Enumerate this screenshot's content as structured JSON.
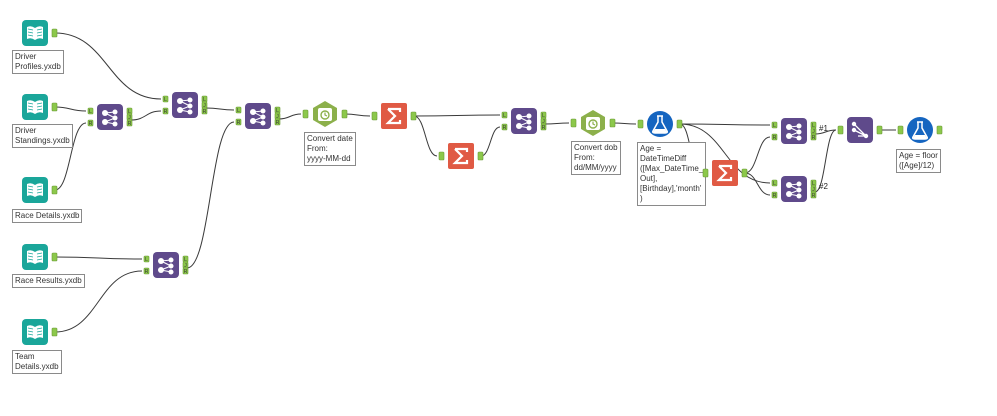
{
  "colors": {
    "input_tool": "#1aa69a",
    "join_tool": "#5f4a8b",
    "formula_tool": "#8cb04b",
    "summarize_tool": "#e05a44",
    "formula_lab_tool": "#1565c0",
    "sort_tool": "#5f4a8b",
    "wire": "#3a3a3a",
    "anchor": "#8cc84b"
  },
  "tools": [
    {
      "id": "in-driver-profiles",
      "type": "input",
      "icon": "book-icon",
      "lines": [
        "Driver",
        "Profiles.yxdb"
      ]
    },
    {
      "id": "in-driver-standings",
      "type": "input",
      "icon": "book-icon",
      "lines": [
        "Driver",
        "Standings.yxdb"
      ]
    },
    {
      "id": "in-race-details",
      "type": "input",
      "icon": "book-icon",
      "lines": [
        "Race Details.yxdb"
      ]
    },
    {
      "id": "in-race-results",
      "type": "input",
      "icon": "book-icon",
      "lines": [
        "Race Results.yxdb"
      ]
    },
    {
      "id": "in-team-details",
      "type": "input",
      "icon": "book-icon",
      "lines": [
        "Team",
        "Details.yxdb"
      ]
    },
    {
      "id": "join-1",
      "type": "join",
      "icon": "join-icon",
      "lines": []
    },
    {
      "id": "join-2",
      "type": "join",
      "icon": "join-icon",
      "lines": []
    },
    {
      "id": "join-3",
      "type": "join",
      "icon": "join-icon",
      "lines": []
    },
    {
      "id": "join-4",
      "type": "join",
      "icon": "join-icon",
      "lines": []
    },
    {
      "id": "formula-convert-date",
      "type": "formula",
      "icon": "datetime-icon",
      "lines": [
        "Convert date",
        "From:",
        "yyyy-MM-dd"
      ]
    },
    {
      "id": "summarize-1",
      "type": "summarize",
      "icon": "sigma-icon",
      "lines": []
    },
    {
      "id": "summarize-2",
      "type": "summarize",
      "icon": "sigma-icon",
      "lines": []
    },
    {
      "id": "join-5",
      "type": "join",
      "icon": "join-icon",
      "lines": []
    },
    {
      "id": "formula-convert-dob",
      "type": "formula",
      "icon": "datetime-icon",
      "lines": [
        "Convert dob",
        "From:",
        "dd/MM/yyyy"
      ]
    },
    {
      "id": "formula-age",
      "type": "formula-lab",
      "icon": "flask-icon",
      "lines": [
        "Age =",
        "DateTimeDiff",
        "([Max_DateTime_",
        "Out],",
        "[Birthday],'month'",
        ")"
      ]
    },
    {
      "id": "summarize-3",
      "type": "summarize",
      "icon": "sigma-icon",
      "lines": []
    },
    {
      "id": "join-6",
      "type": "join",
      "icon": "join-icon",
      "lines": []
    },
    {
      "id": "join-7",
      "type": "join",
      "icon": "join-icon",
      "lines": []
    },
    {
      "id": "union-1",
      "type": "union",
      "icon": "union-icon",
      "lines": []
    },
    {
      "id": "formula-age-floor",
      "type": "formula-lab",
      "icon": "flask-icon",
      "lines": [
        "Age = floor",
        "([Age]/12)"
      ]
    }
  ],
  "annotations": [
    {
      "id": "anchor-label-1",
      "text": "#1"
    },
    {
      "id": "anchor-label-2",
      "text": "#2"
    }
  ],
  "join_anchor_letters": {
    "left": "L",
    "right": "R",
    "inner": "J"
  },
  "connections": [
    [
      "in-driver-profiles",
      "join-2"
    ],
    [
      "in-driver-standings",
      "join-1"
    ],
    [
      "in-race-details",
      "join-1"
    ],
    [
      "join-1",
      "join-2"
    ],
    [
      "join-2",
      "join-3"
    ],
    [
      "in-race-results",
      "join-4"
    ],
    [
      "in-team-details",
      "join-4"
    ],
    [
      "join-4",
      "join-3"
    ],
    [
      "join-3",
      "formula-convert-date"
    ],
    [
      "formula-convert-date",
      "summarize-1"
    ],
    [
      "summarize-1",
      "join-5"
    ],
    [
      "summarize-1",
      "summarize-2"
    ],
    [
      "summarize-2",
      "join-5"
    ],
    [
      "join-5",
      "formula-convert-dob"
    ],
    [
      "formula-convert-dob",
      "formula-age"
    ],
    [
      "formula-age",
      "join-6"
    ],
    [
      "formula-age",
      "summarize-3"
    ],
    [
      "formula-age",
      "join-7"
    ],
    [
      "summarize-3",
      "join-6"
    ],
    [
      "summarize-3",
      "join-7"
    ],
    [
      "join-6",
      "union-1"
    ],
    [
      "join-7",
      "union-1"
    ],
    [
      "union-1",
      "formula-age-floor"
    ]
  ]
}
